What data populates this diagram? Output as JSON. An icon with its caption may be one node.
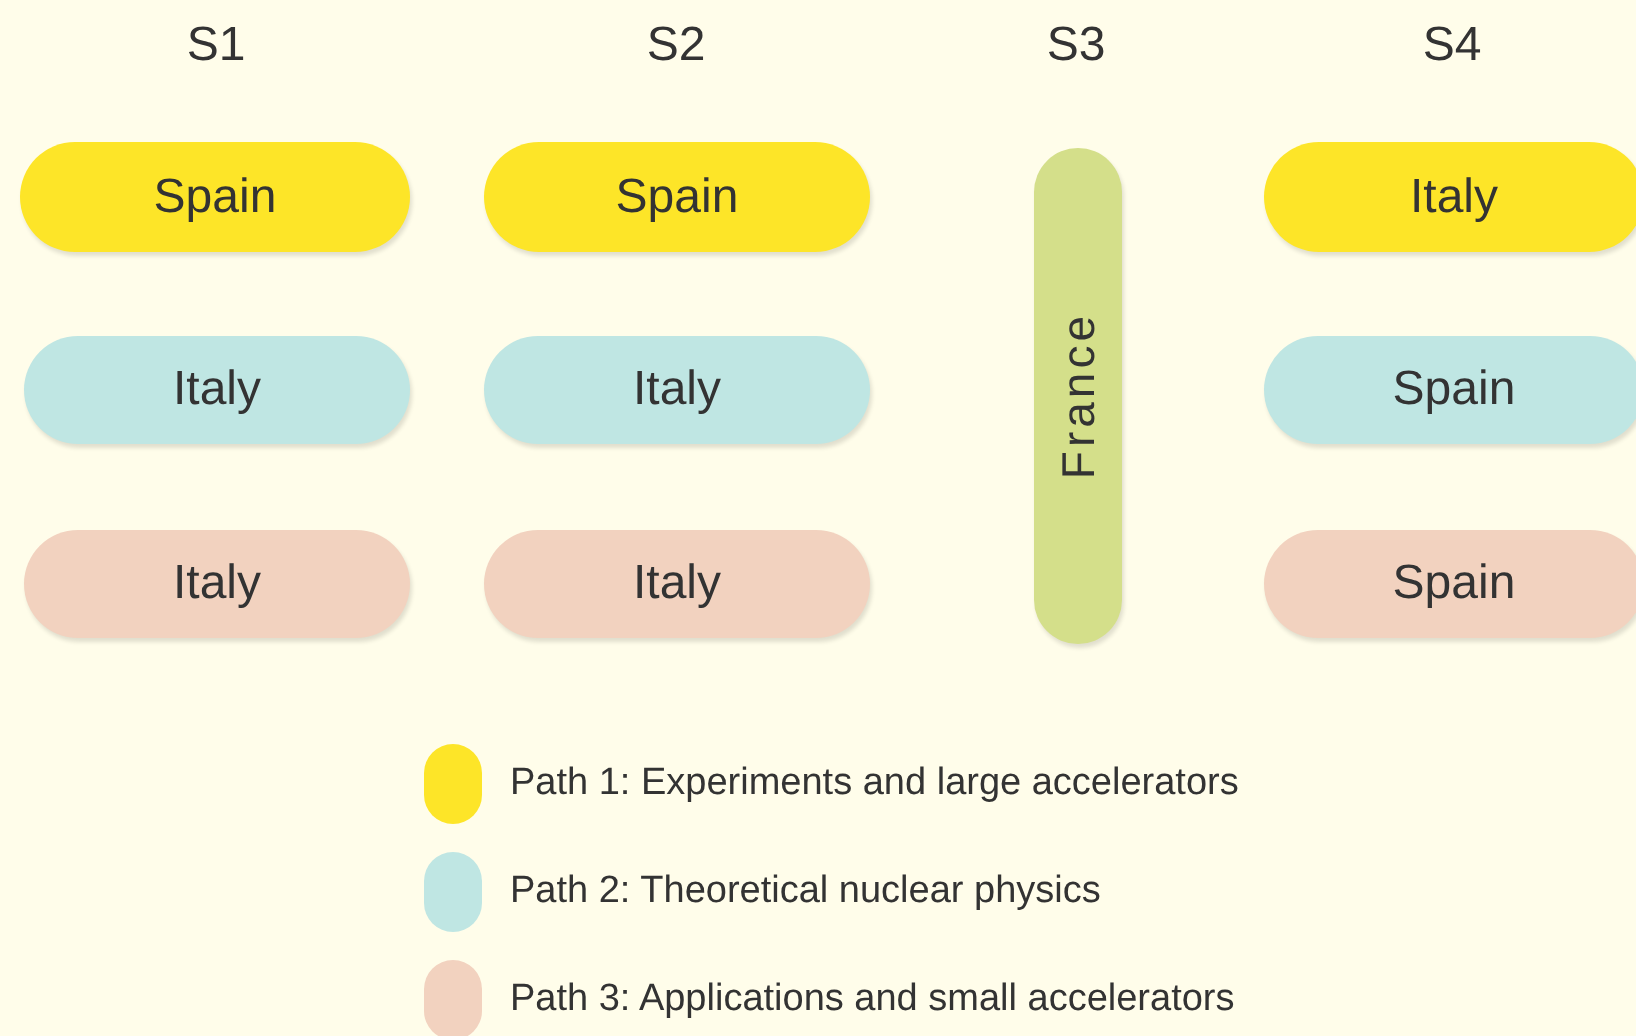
{
  "diagram": {
    "nodes": [
      {
        "text": [
          "Spain"
        ]
      },
      {
        "text": [
          "Spain"
        ]
      },
      {
        "text": [
          "France"
        ]
      },
      {
        "text": [
          "Italy"
        ]
      },
      {
        "text": [
          "Italy"
        ]
      },
      {
        "text": [
          "Italy"
        ]
      },
      {
        "text": [
          "Spain"
        ]
      },
      {
        "text": [
          "Italy"
        ]
      },
      {
        "text": [
          "Italy"
        ]
      },
      {
        "text": [
          "Spain"
        ]
      }
    ],
    "labels": [
      "S1",
      "S2",
      "S3",
      "S4"
    ],
    "legend": [
      {
        "text": "Path 1: Experiments and large accelerators",
        "color": "#fde528"
      },
      {
        "text": "Path 2: Theoretical nuclear physics",
        "color": "#bfe6e3"
      },
      {
        "text": "Path 3: Applications and small accelerators",
        "color": "#f2d2bf"
      }
    ]
  }
}
